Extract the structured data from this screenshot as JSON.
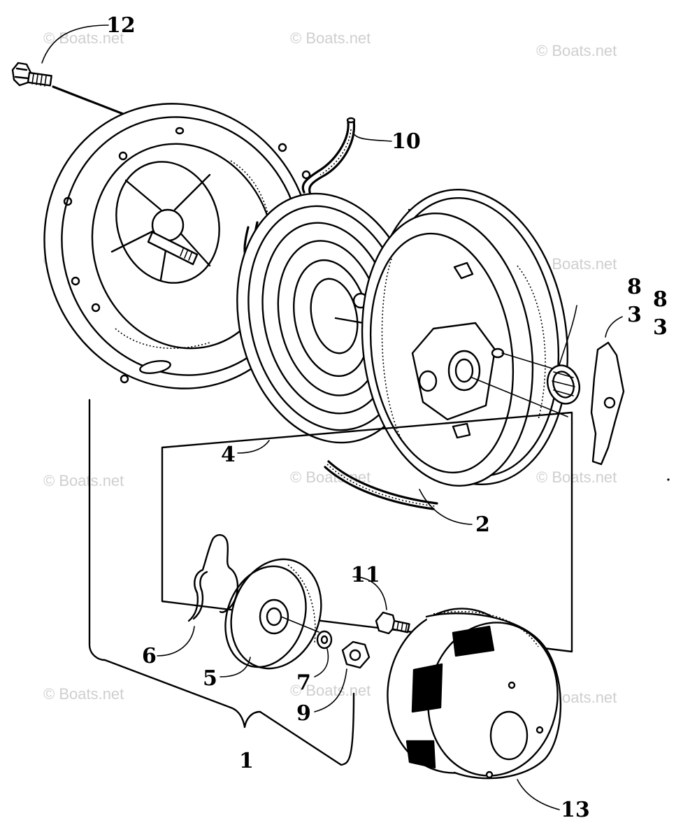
{
  "watermark": "© Boats.net",
  "callouts": {
    "c1": "1",
    "c2": "2",
    "c3": "3",
    "c3b": "3",
    "c4": "4",
    "c5": "5",
    "c6": "6",
    "c7": "7",
    "c8": "8",
    "c8b": "8",
    "c9": "9",
    "c10": "10",
    "c11": "11",
    "c12": "12",
    "c13": "13"
  }
}
